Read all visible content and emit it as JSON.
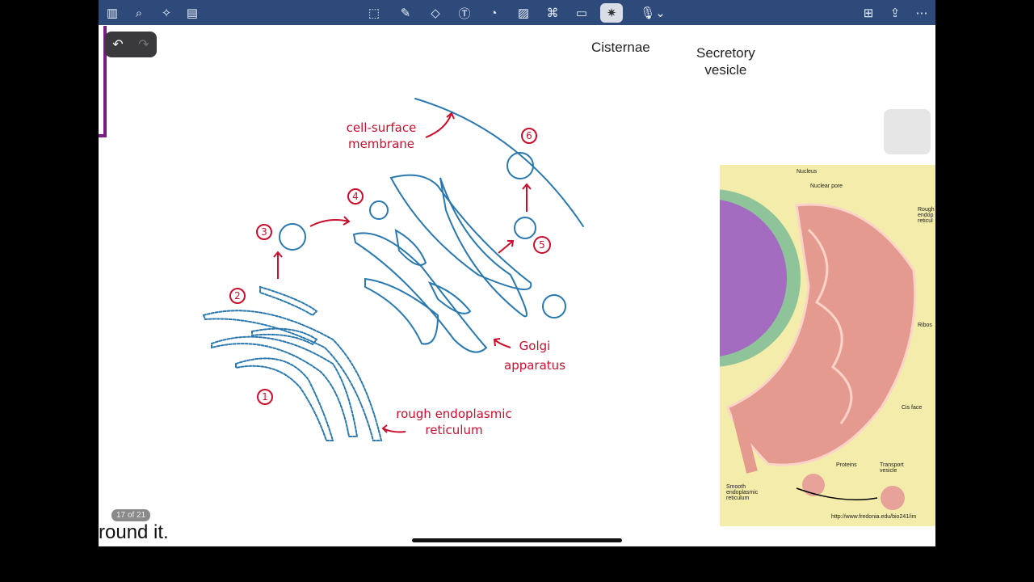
{
  "toolbar": {
    "left_icons": [
      "sidebar-icon",
      "search-icon",
      "magic-icon",
      "document-settings-icon"
    ],
    "center_icons": [
      "lasso-icon",
      "pen-icon",
      "eraser-icon",
      "text-box-icon",
      "shapes-icon",
      "image-icon",
      "elements-icon",
      "sticky-note-icon",
      "laser-pointer-icon",
      "microphone-icon"
    ],
    "right_icons": [
      "add-page-icon",
      "share-icon",
      "more-icon"
    ],
    "active_tool": "laser-pointer-icon",
    "accent": "#2d4a7a"
  },
  "undo": {
    "undo_icon": "↶",
    "redo_icon": "↷"
  },
  "top_labels": {
    "cisternae": "Cisternae",
    "secretory_vesicle": "Secretory\nvesicle"
  },
  "diagram": {
    "cell_surface": [
      "cell-surface",
      "membrane"
    ],
    "golgi": [
      "Golgi",
      "apparatus"
    ],
    "rer": [
      "rough endoplasmic",
      "reticulum"
    ],
    "steps": [
      "1",
      "2",
      "3",
      "4",
      "5",
      "6"
    ],
    "ink_red": "#c8102e",
    "ink_blue": "#2a78ad"
  },
  "photo": {
    "labels": {
      "nucleus": "Nucleus",
      "nuclear_pore": "Nuclear pore",
      "rough": "Rough\nendop\nreticul",
      "ribos": "Ribos",
      "cis_face": "Cis face",
      "proteins": "Proteins",
      "transport": "Transport\nvesicle",
      "smooth": "Smooth\nendoplasmic\nreticulum",
      "url": "http://www.fredonia.edu/bio241/im"
    }
  },
  "page_indicator": "17 of 21",
  "caption": "round it."
}
